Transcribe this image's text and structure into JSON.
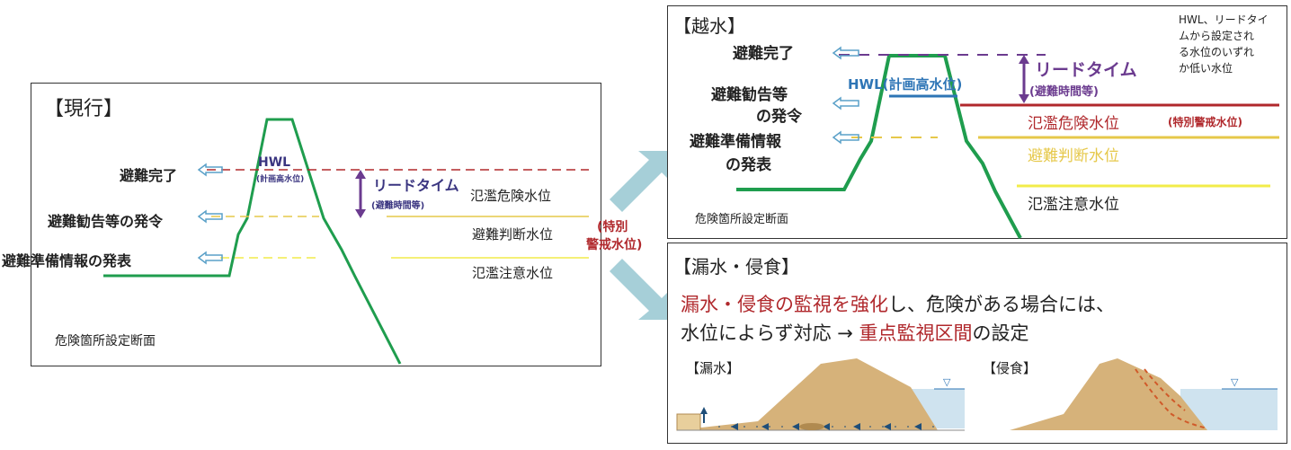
{
  "left_panel": {
    "title": "【現行】",
    "hwl": "HWL",
    "hwl_sub": "(計画高水位)",
    "lead_time": "リードタイム",
    "lead_time_sub": "(避難時間等)",
    "evac_complete": "避難完了",
    "evac_advisory": "避難勧告等の発令",
    "evac_prep": "避難準備情報の発表",
    "level_danger": "氾濫危険水位",
    "level_judge": "避難判断水位",
    "level_caution": "氾濫注意水位",
    "special_warning_1": "(特別",
    "special_warning_2": "警戒水位)",
    "caption": "危険箇所設定断面"
  },
  "overflow_panel": {
    "title": "【越水】",
    "note_lines": [
      "HWL、リードタイ",
      "ムから設定され",
      "る水位のいずれ",
      "か低い水位"
    ],
    "evac_complete": "避難完了",
    "evac_advisory_1": "避難勧告等",
    "evac_advisory_2": "の発令",
    "evac_prep_1": "避難準備情報",
    "evac_prep_2": "の発表",
    "hwl": "HWL(計画高水位)",
    "lead_time": "リードタイム",
    "lead_time_sub": "(避難時間等)",
    "level_danger": "氾濫危険水位",
    "special_warning": "(特別警戒水位)",
    "level_judge": "避難判断水位",
    "level_caution": "氾濫注意水位",
    "caption": "危険箇所設定断面"
  },
  "leak_panel": {
    "title": "【漏水・侵食】",
    "line1_red": "漏水・侵食の監視を強化",
    "line1_rest": "し、危険がある場合には、",
    "line2_start": "水位によらず対応 → ",
    "line2_red": "重点監視区間",
    "line2_end": "の設定",
    "sub_leak": "【漏水】",
    "sub_erosion": "【侵食】",
    "water_symbol": "▽"
  },
  "colors": {
    "levee": "#1f9d4e",
    "danger": "#b0282c",
    "judge": "#e6c84a",
    "caution": "#f2ec4a",
    "lead": "#6b3b8f",
    "hwl": "#2e75b6",
    "arrow": "#a6cfd8",
    "soil": "#d6b27a",
    "water": "#cfe3ef"
  }
}
